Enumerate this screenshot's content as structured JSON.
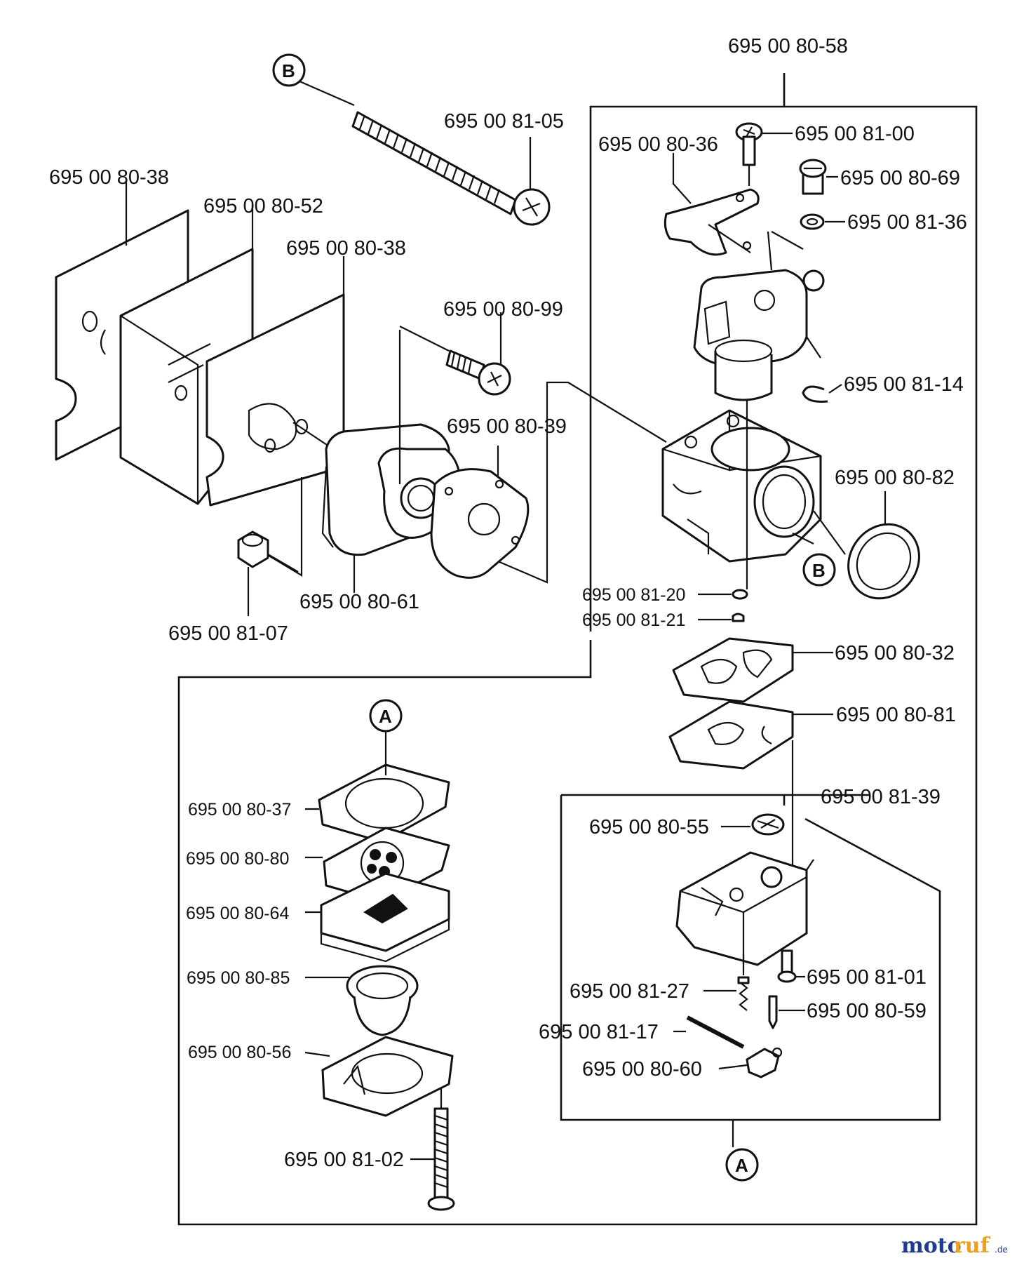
{
  "labels": {
    "assembly": "695 00 80-58",
    "adjust_screw_b": "695 00 81-05",
    "gasket_left": "695 00 80-38",
    "insulator": "695 00 80-52",
    "gasket_mid": "695 00 80-38",
    "screw": "695 00 80-99",
    "gasket_small": "695 00 80-39",
    "adapter": "695 00 80-61",
    "nut": "695 00 81-07",
    "lever": "695 00 80-36",
    "screw_top": "695 00 81-00",
    "plug": "695 00 80-69",
    "washer": "695 00 81-36",
    "e_ring": "695 00 81-14",
    "o_ring": "695 00 80-82",
    "part_81_20": "695 00 81-20",
    "part_81_21": "695 00 81-21",
    "gasket_80_32": "695 00 80-32",
    "diaphragm_80_81": "695 00 80-81",
    "pump_body": "695 00 81-39",
    "part_80_55": "695 00 80-55",
    "screw_81_01": "695 00 81-01",
    "spring_81_27": "695 00 81-27",
    "needle_80_59": "695 00 80-59",
    "pin_81_17": "695 00 81-17",
    "lever_80_60": "695 00 80-60",
    "gasket_80_37": "695 00 80-37",
    "valve_80_80": "695 00 80-80",
    "cover_80_64": "695 00 80-64",
    "primer_80_85": "695 00 80-85",
    "cover_80_56": "695 00 80-56",
    "screw_81_02": "695 00 81-02"
  },
  "callouts": {
    "a": "A",
    "b": "B"
  },
  "watermark": {
    "part1": "moto",
    "part2": "ruf",
    "suffix": ".de"
  }
}
